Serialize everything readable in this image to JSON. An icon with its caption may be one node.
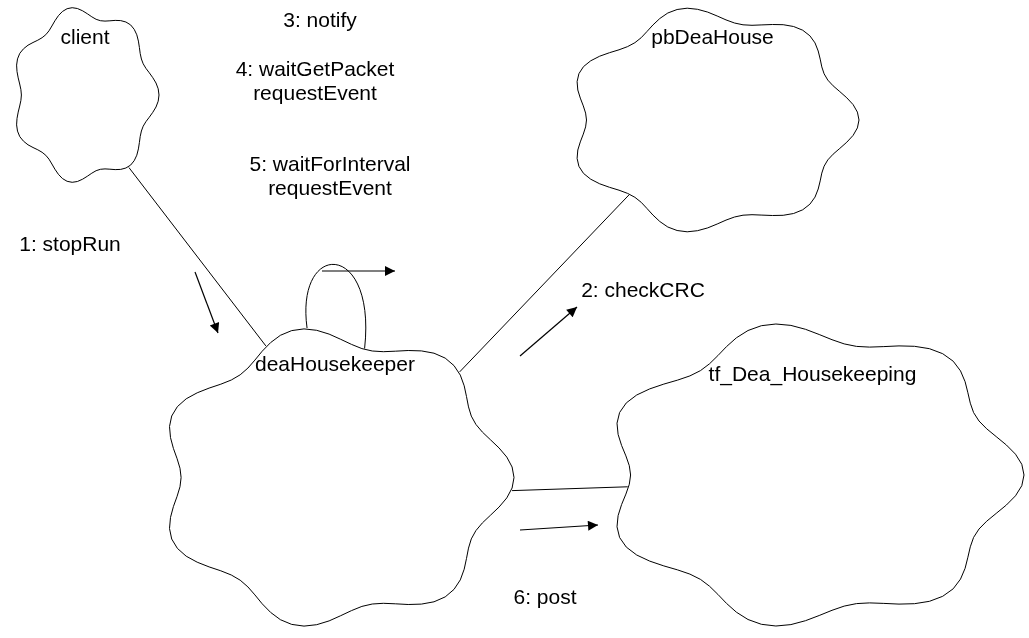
{
  "diagram": {
    "nodes": [
      {
        "text": [
          "client"
        ]
      },
      {
        "text": [
          "pbDeaHouse"
        ]
      },
      {
        "text": [
          "deaHousekeeper"
        ]
      },
      {
        "text": [
          "tf_Dea_Housekeeping"
        ]
      }
    ],
    "edges": [
      {
        "from": 0,
        "to": 2,
        "arrow": "none"
      },
      {
        "from": 2,
        "to": 2,
        "arrow": "none"
      },
      {
        "from": 2,
        "to": 1,
        "arrow": "none"
      },
      {
        "from": 2,
        "to": 3,
        "arrow": "none"
      }
    ],
    "labels": [
      "3: notify",
      "4: waitGetPacket requestEvent",
      "5: waitForInterval requestEvent",
      "1: stopRun",
      "2: checkCRC",
      "6: post"
    ]
  }
}
